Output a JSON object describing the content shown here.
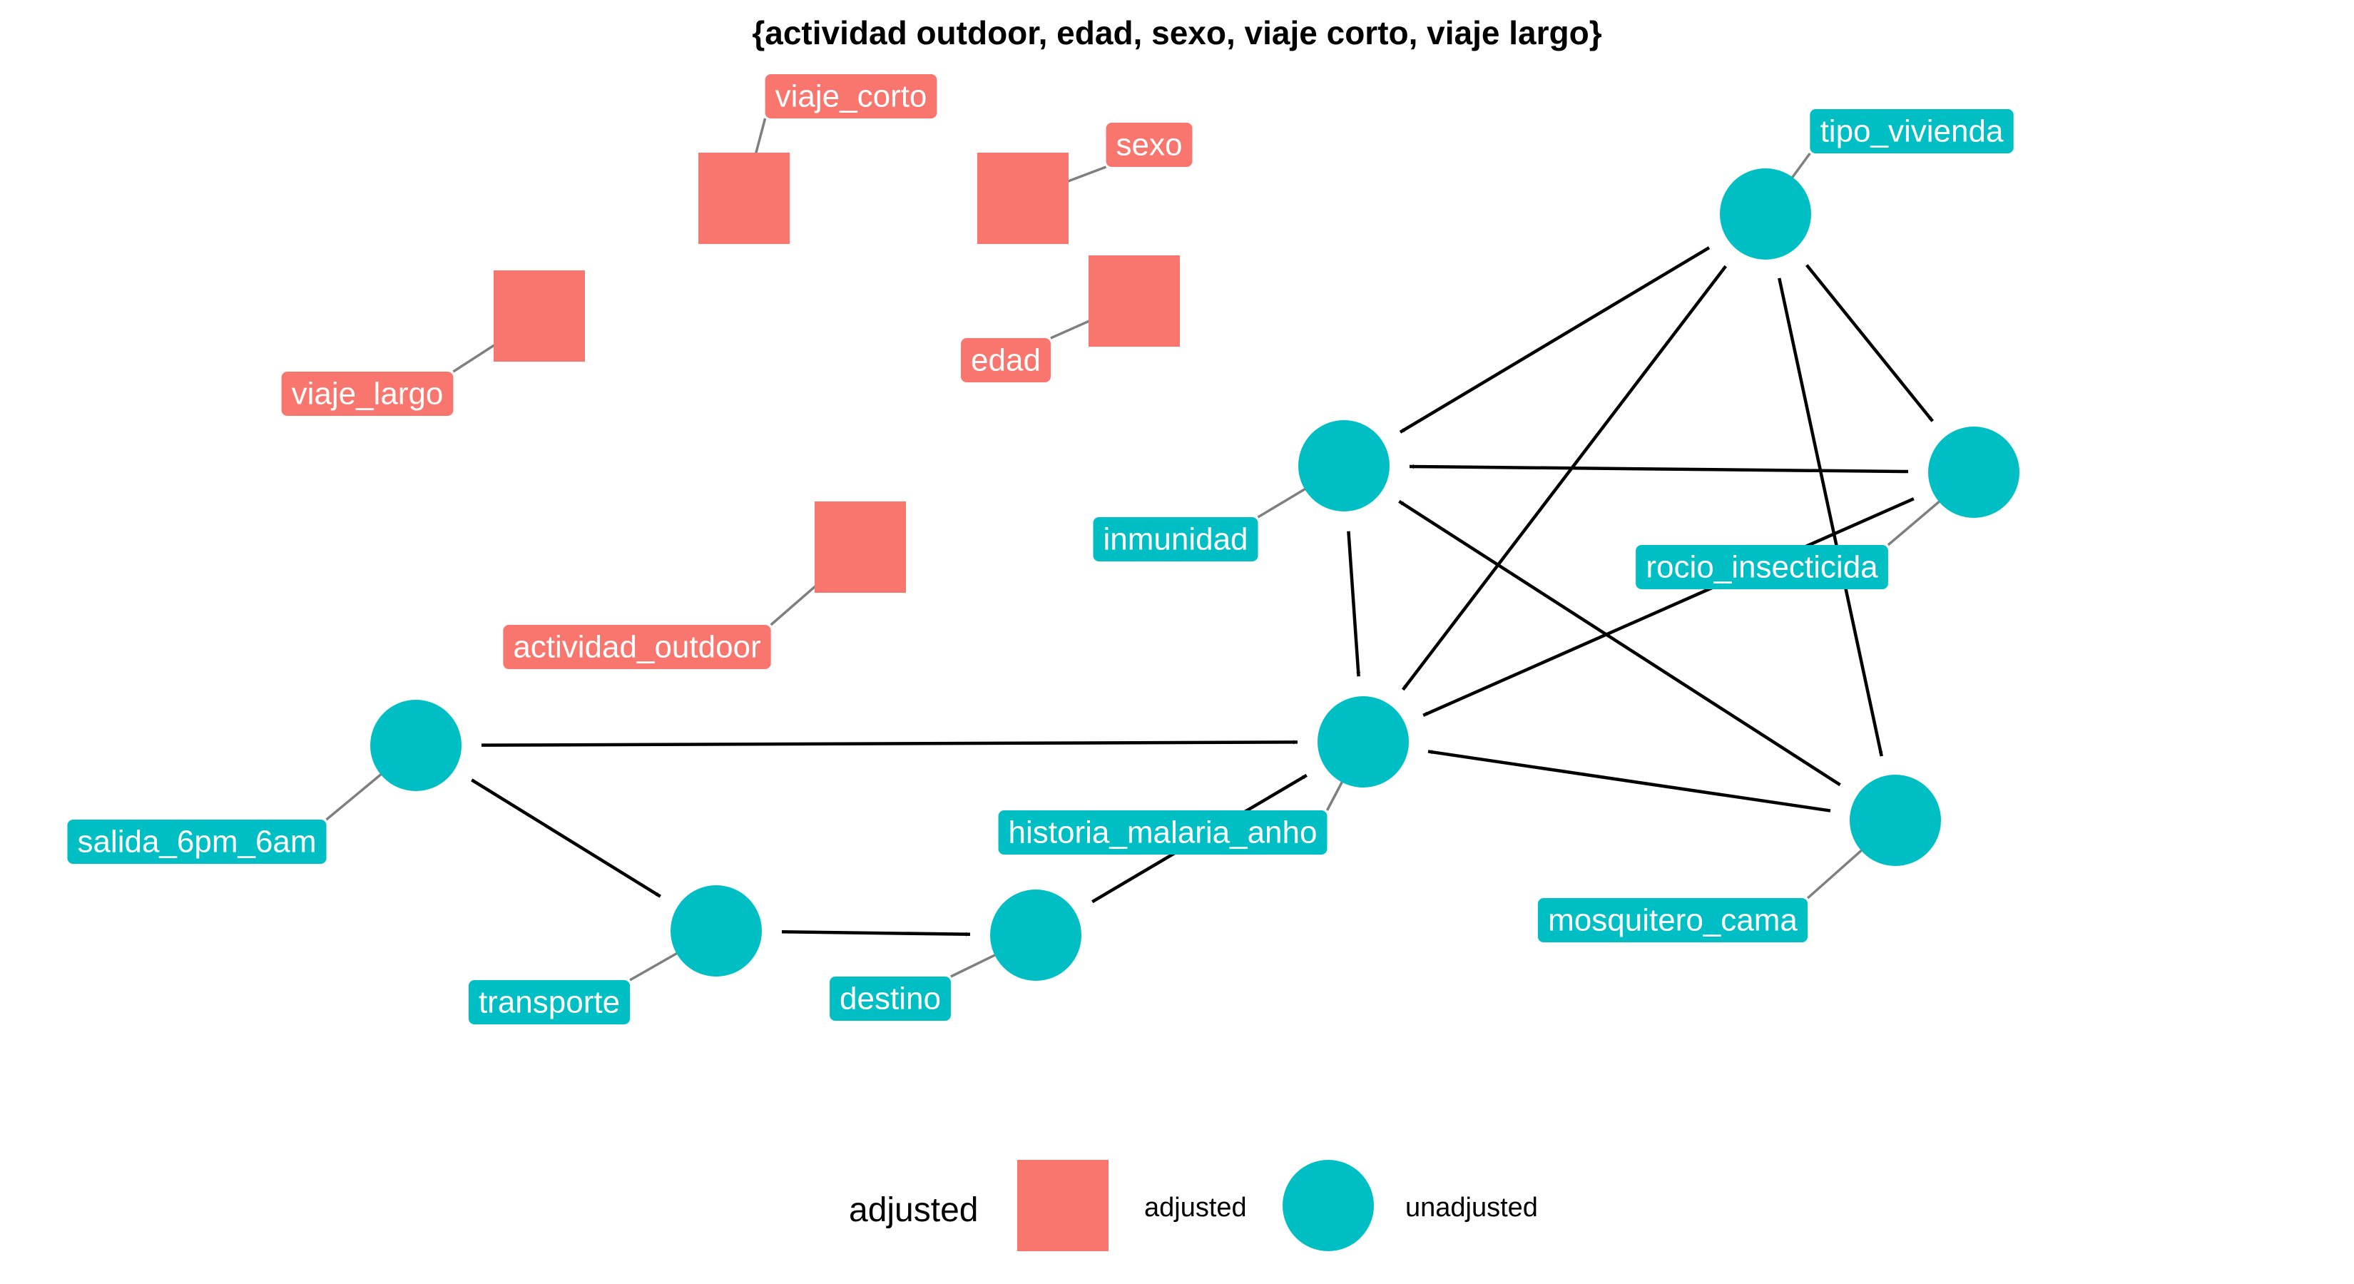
{
  "title": "{actividad  outdoor, edad, sexo, viaje  corto, viaje  largo}",
  "colors": {
    "adjusted": "#F8766D",
    "unadjusted": "#00BFC4"
  },
  "nodes": [
    {
      "id": "viaje_corto",
      "label": "viaje_corto",
      "status": "adjusted"
    },
    {
      "id": "sexo",
      "label": "sexo",
      "status": "adjusted"
    },
    {
      "id": "edad",
      "label": "edad",
      "status": "adjusted"
    },
    {
      "id": "viaje_largo",
      "label": "viaje_largo",
      "status": "adjusted"
    },
    {
      "id": "actividad_outdoor",
      "label": "actividad_outdoor",
      "status": "adjusted"
    },
    {
      "id": "tipo_vivienda",
      "label": "tipo_vivienda",
      "status": "unadjusted"
    },
    {
      "id": "inmunidad",
      "label": "inmunidad",
      "status": "unadjusted"
    },
    {
      "id": "rocio_insecticida",
      "label": "rocio_insecticida",
      "status": "unadjusted"
    },
    {
      "id": "historia_malaria_anho",
      "label": "historia_malaria_anho",
      "status": "unadjusted"
    },
    {
      "id": "salida_6pm_6am",
      "label": "salida_6pm_6am",
      "status": "unadjusted"
    },
    {
      "id": "mosquitero_cama",
      "label": "mosquitero_cama",
      "status": "unadjusted"
    },
    {
      "id": "transporte",
      "label": "transporte",
      "status": "unadjusted"
    },
    {
      "id": "destino",
      "label": "destino",
      "status": "unadjusted"
    }
  ],
  "edges": [
    {
      "from": "tipo_vivienda",
      "to": "inmunidad"
    },
    {
      "from": "tipo_vivienda",
      "to": "historia_malaria_anho"
    },
    {
      "from": "tipo_vivienda",
      "to": "rocio_insecticida"
    },
    {
      "from": "tipo_vivienda",
      "to": "mosquitero_cama"
    },
    {
      "from": "rocio_insecticida",
      "to": "inmunidad"
    },
    {
      "from": "rocio_insecticida",
      "to": "historia_malaria_anho"
    },
    {
      "from": "inmunidad",
      "to": "historia_malaria_anho"
    },
    {
      "from": "mosquitero_cama",
      "to": "inmunidad"
    },
    {
      "from": "mosquitero_cama",
      "to": "historia_malaria_anho"
    },
    {
      "from": "salida_6pm_6am",
      "to": "historia_malaria_anho"
    },
    {
      "from": "salida_6pm_6am",
      "to": "transporte"
    },
    {
      "from": "transporte",
      "to": "destino"
    },
    {
      "from": "destino",
      "to": "historia_malaria_anho"
    }
  ],
  "legend": {
    "title": "adjusted",
    "items": [
      {
        "label": "adjusted",
        "status": "adjusted"
      },
      {
        "label": "unadjusted",
        "status": "unadjusted"
      }
    ]
  }
}
